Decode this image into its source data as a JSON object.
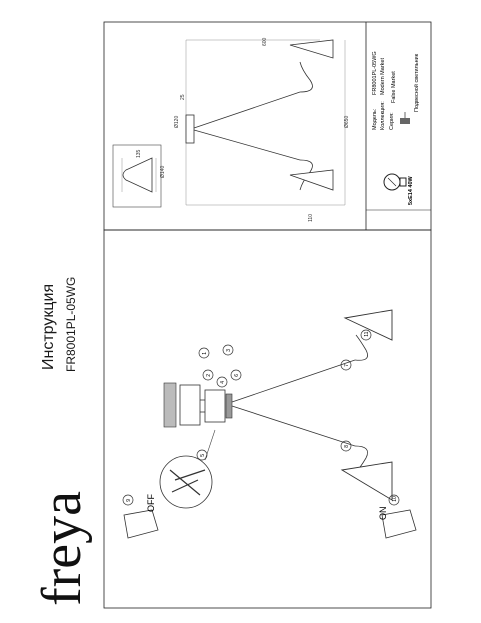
{
  "brand": "freya",
  "title": "Инструкция",
  "model": "FR8001PL-05WG",
  "specs": {
    "model_label": "Модель:",
    "model_value": "FR8001PL-05WG",
    "collection_label": "Коллекция:",
    "collection_value": "Modern Market",
    "series_label": "Серия:",
    "series_value": "False Market",
    "type_value": "Подвесной светильник",
    "bulb": "5xE14 40W"
  },
  "dims": {
    "shade_top": "135",
    "shade_height": "Ø140",
    "canopy_dia": "Ø120",
    "canopy_h": "25",
    "width": "600",
    "span": "Ø650",
    "drop": "110"
  },
  "switch": {
    "off": "OFF",
    "on": "ON"
  },
  "steps": [
    "1",
    "2",
    "3",
    "4",
    "5",
    "6",
    "7",
    "8",
    "9",
    "10",
    "11"
  ]
}
